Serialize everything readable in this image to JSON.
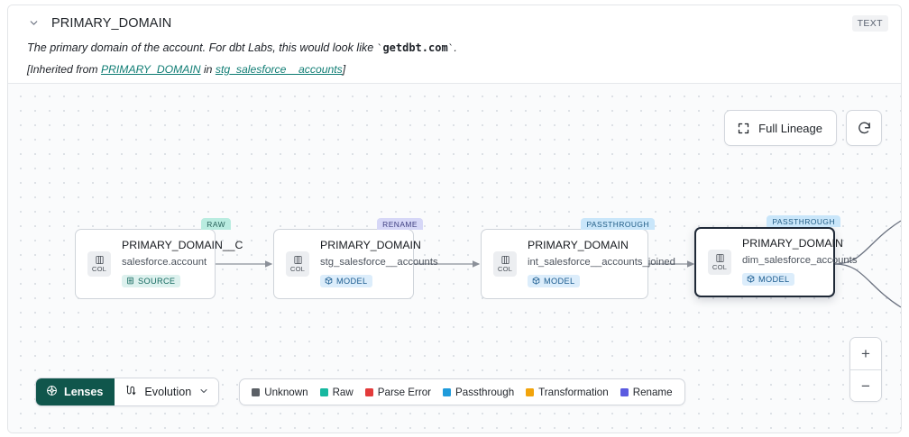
{
  "header": {
    "collapse_icon": "chevron-down-icon",
    "column_name": "PRIMARY_DOMAIN",
    "type_badge": "TEXT",
    "description_prefix": "The primary domain of the account. For dbt Labs, this would look like ",
    "description_code": "getdbt.com",
    "description_suffix": ".",
    "inherited_prefix": "[Inherited from ",
    "inherited_link1": "PRIMARY_DOMAIN",
    "inherited_middle": " in ",
    "inherited_link2": "stg_salesforce__accounts",
    "inherited_suffix": "]"
  },
  "toolbar": {
    "full_lineage_label": "Full Lineage",
    "full_lineage_icon": "expand-icon",
    "refresh_icon": "refresh-icon"
  },
  "zoom_controls": {
    "zoom_in_label": "+",
    "zoom_out_label": "−"
  },
  "bottom_bar": {
    "lenses_label": "Lenses",
    "lenses_icon": "aperture-icon",
    "evolution_label": "Evolution",
    "evolution_icon": "evolution-icon",
    "evolution_chevron": "chevron-down-icon"
  },
  "legend": {
    "items": [
      {
        "label": "Unknown",
        "color": "#5b6066"
      },
      {
        "label": "Raw",
        "color": "#17b8a0"
      },
      {
        "label": "Parse Error",
        "color": "#e33b3b"
      },
      {
        "label": "Passthrough",
        "color": "#1f9bdb"
      },
      {
        "label": "Transformation",
        "color": "#f2a40c"
      },
      {
        "label": "Rename",
        "color": "#5b5be0"
      }
    ]
  },
  "graph": {
    "nodes": [
      {
        "tag": "RAW",
        "tag_class": "raw",
        "column": "PRIMARY_DOMAIN__C",
        "table": "salesforce.account",
        "kind": "SOURCE",
        "kind_class": "source",
        "col_badge": "COL",
        "selected": false
      },
      {
        "tag": "RENAME",
        "tag_class": "rename",
        "column": "PRIMARY_DOMAIN",
        "table": "stg_salesforce__accounts",
        "kind": "MODEL",
        "kind_class": "model",
        "col_badge": "COL",
        "selected": false
      },
      {
        "tag": "PASSTHROUGH",
        "tag_class": "pass",
        "column": "PRIMARY_DOMAIN",
        "table": "int_salesforce__accounts_joined",
        "kind": "MODEL",
        "kind_class": "model",
        "col_badge": "COL",
        "selected": false
      },
      {
        "tag": "PASSTHROUGH",
        "tag_class": "pass",
        "column": "PRIMARY_DOMAIN",
        "table": "dim_salesforce_accounts",
        "kind": "MODEL",
        "kind_class": "model",
        "col_badge": "COL",
        "selected": true
      }
    ]
  }
}
